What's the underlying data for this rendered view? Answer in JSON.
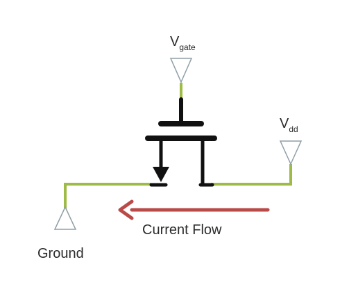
{
  "diagram": {
    "labels": {
      "vgate_main": "V",
      "vgate_sub": "gate",
      "vdd_main": "V",
      "vdd_sub": "dd",
      "ground": "Ground",
      "current_flow": "Current Flow"
    },
    "colors": {
      "wire": "#9dbb45",
      "transistor": "#111111",
      "terminal_stroke": "#8f9ea7",
      "arrow": "#b94a48",
      "text": "#2b2b2b",
      "background": "#ffffff"
    },
    "icons": {
      "terminal": "triangle-down-icon",
      "current_direction": "arrow-left-icon"
    }
  }
}
